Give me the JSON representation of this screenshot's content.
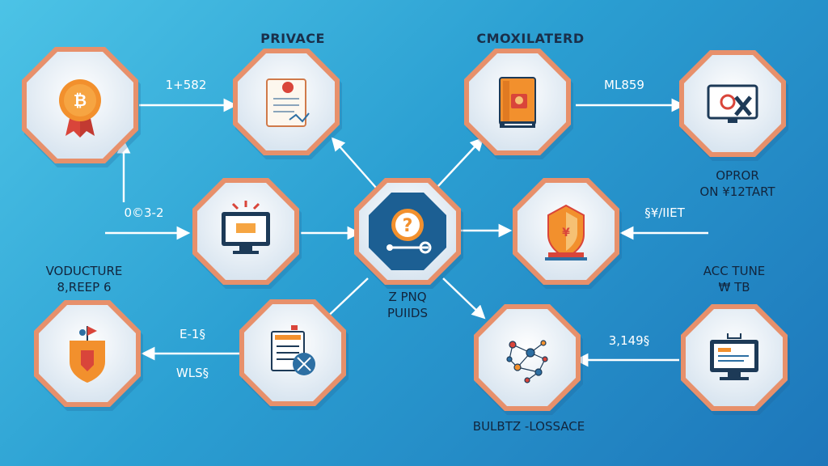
{
  "colors": {
    "node_fill": "#e8f0f7",
    "node_border": "#e7906b",
    "node_shadow": "#1e5f93",
    "arrow": "#ffffff",
    "hub_fill": "#1c5f93",
    "icon_orange": "#f2902d",
    "icon_red": "#d9453a",
    "icon_blue": "#2d6fa3"
  },
  "labels": {
    "privace": "PRIVACE",
    "cmoxilated": "CMOXILATERD",
    "arrow_top_left": "1+582",
    "arrow_top_right": "ML859",
    "opror_1": "OPROR",
    "opror_2": "ON ¥12TART",
    "vertical": "0©3-2",
    "right_mid": "§¥/IIET",
    "voducture_1": "VODUCTURE",
    "voducture_2": "8,REEP 6",
    "acc_1": "ACC TUNE",
    "acc_2": "₩ TB",
    "hub_1": "Z PNQ",
    "hub_2": "PUIIDS",
    "bottom_left_1": "E-1§",
    "bottom_left_2": "WLS§",
    "bottom_right": "3,149§",
    "bottom_center": "BULBTZ -LOSSACE"
  },
  "nodes": [
    {
      "id": "badge-node",
      "icon": "bitcoin-badge-icon"
    },
    {
      "id": "document-node",
      "icon": "document-icon"
    },
    {
      "id": "book-node",
      "icon": "book-icon"
    },
    {
      "id": "monitor-error-node",
      "icon": "monitor-error-icon"
    },
    {
      "id": "monitor-node",
      "icon": "monitor-icon"
    },
    {
      "id": "hub-node",
      "icon": "key-lock-icon"
    },
    {
      "id": "shield-node",
      "icon": "shield-icon"
    },
    {
      "id": "flag-shield-node",
      "icon": "flag-shield-icon"
    },
    {
      "id": "doc-pen-node",
      "icon": "document-pen-icon"
    },
    {
      "id": "network-node",
      "icon": "network-icon"
    },
    {
      "id": "desktop-node",
      "icon": "desktop-icon"
    }
  ]
}
